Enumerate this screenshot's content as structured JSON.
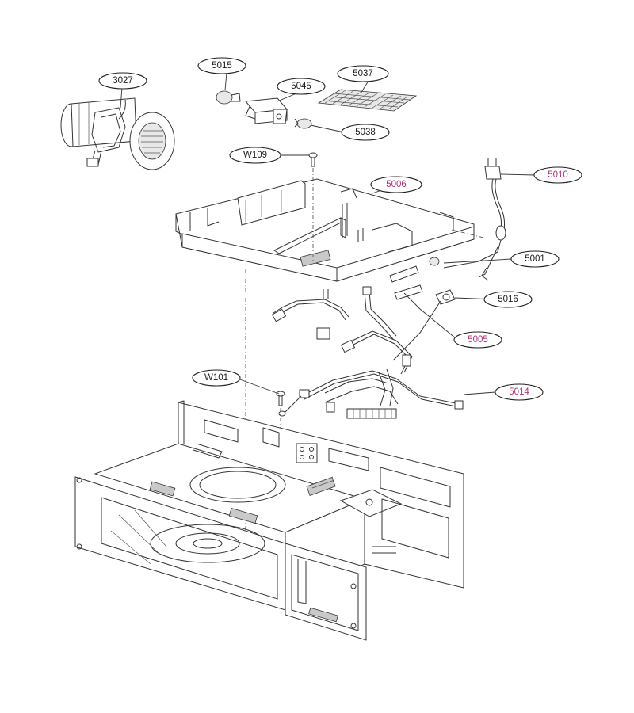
{
  "callouts": [
    {
      "id": "3027",
      "label": "3027",
      "color": "#1a1a1a"
    },
    {
      "id": "5015",
      "label": "5015",
      "color": "#1a1a1a"
    },
    {
      "id": "5045",
      "label": "5045",
      "color": "#1a1a1a"
    },
    {
      "id": "5037",
      "label": "5037",
      "color": "#1a1a1a"
    },
    {
      "id": "5038",
      "label": "5038",
      "color": "#1a1a1a"
    },
    {
      "id": "W109",
      "label": "W109",
      "color": "#1a1a1a"
    },
    {
      "id": "5006",
      "label": "5006",
      "color": "#b0307a"
    },
    {
      "id": "5010",
      "label": "5010",
      "color": "#b0307a"
    },
    {
      "id": "5001",
      "label": "5001",
      "color": "#1a1a1a"
    },
    {
      "id": "5016",
      "label": "5016",
      "color": "#1a1a1a"
    },
    {
      "id": "5005",
      "label": "5005",
      "color": "#b0307a"
    },
    {
      "id": "5014",
      "label": "5014",
      "color": "#b0307a"
    },
    {
      "id": "W101",
      "label": "W101",
      "color": "#1a1a1a"
    }
  ]
}
